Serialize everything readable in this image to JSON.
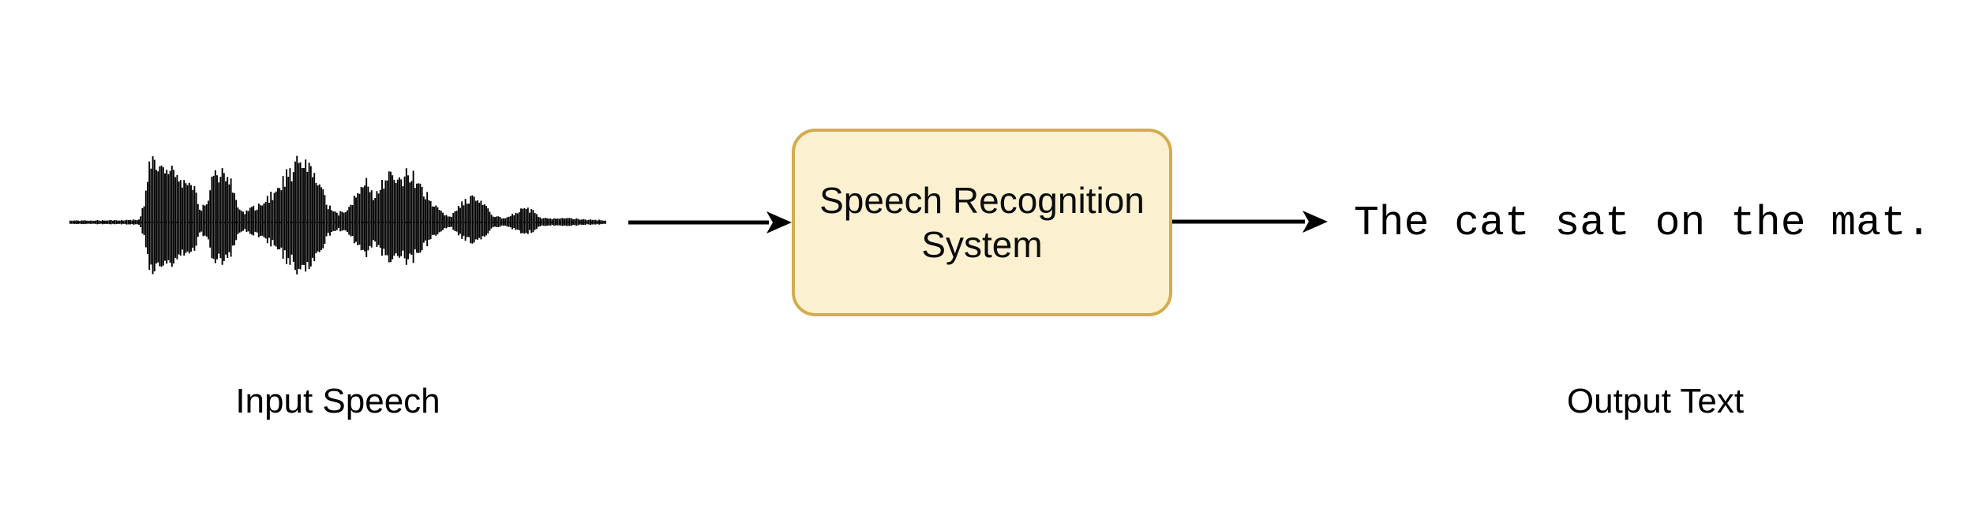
{
  "diagram": {
    "background_color": "#ffffff",
    "input": {
      "label": "Input Speech"
    },
    "process": {
      "label": "Speech Recognition System",
      "fill_color": "#FBF1D1",
      "stroke_color": "#D3AC4E",
      "text_color": "#0d0d0d"
    },
    "output": {
      "label": "Output Text",
      "text": "The cat sat on the mat."
    },
    "arrow_color": "#000000",
    "waveform": {
      "color": "#000000",
      "envelope": [
        [
          0.0,
          0.025
        ],
        [
          0.1,
          0.03
        ],
        [
          0.13,
          0.04
        ],
        [
          0.14,
          0.3
        ],
        [
          0.15,
          0.95
        ],
        [
          0.16,
          0.8
        ],
        [
          0.17,
          1.0
        ],
        [
          0.18,
          0.85
        ],
        [
          0.19,
          0.9
        ],
        [
          0.2,
          0.6
        ],
        [
          0.21,
          0.5
        ],
        [
          0.22,
          0.55
        ],
        [
          0.235,
          0.45
        ],
        [
          0.245,
          0.15
        ],
        [
          0.26,
          0.4
        ],
        [
          0.27,
          0.7
        ],
        [
          0.285,
          0.75
        ],
        [
          0.3,
          0.6
        ],
        [
          0.31,
          0.3
        ],
        [
          0.325,
          0.12
        ],
        [
          0.34,
          0.2
        ],
        [
          0.36,
          0.25
        ],
        [
          0.385,
          0.45
        ],
        [
          0.41,
          0.7
        ],
        [
          0.435,
          0.95
        ],
        [
          0.45,
          0.8
        ],
        [
          0.465,
          0.6
        ],
        [
          0.48,
          0.25
        ],
        [
          0.5,
          0.12
        ],
        [
          0.52,
          0.2
        ],
        [
          0.54,
          0.45
        ],
        [
          0.555,
          0.55
        ],
        [
          0.57,
          0.35
        ],
        [
          0.585,
          0.55
        ],
        [
          0.6,
          0.65
        ],
        [
          0.615,
          0.55
        ],
        [
          0.63,
          0.7
        ],
        [
          0.645,
          0.6
        ],
        [
          0.66,
          0.45
        ],
        [
          0.675,
          0.3
        ],
        [
          0.69,
          0.15
        ],
        [
          0.71,
          0.08
        ],
        [
          0.73,
          0.25
        ],
        [
          0.75,
          0.35
        ],
        [
          0.77,
          0.28
        ],
        [
          0.79,
          0.1
        ],
        [
          0.81,
          0.05
        ],
        [
          0.835,
          0.15
        ],
        [
          0.85,
          0.2
        ],
        [
          0.865,
          0.15
        ],
        [
          0.88,
          0.06
        ],
        [
          0.9,
          0.05
        ],
        [
          0.93,
          0.06
        ],
        [
          0.96,
          0.04
        ],
        [
          1.0,
          0.03
        ]
      ]
    }
  }
}
